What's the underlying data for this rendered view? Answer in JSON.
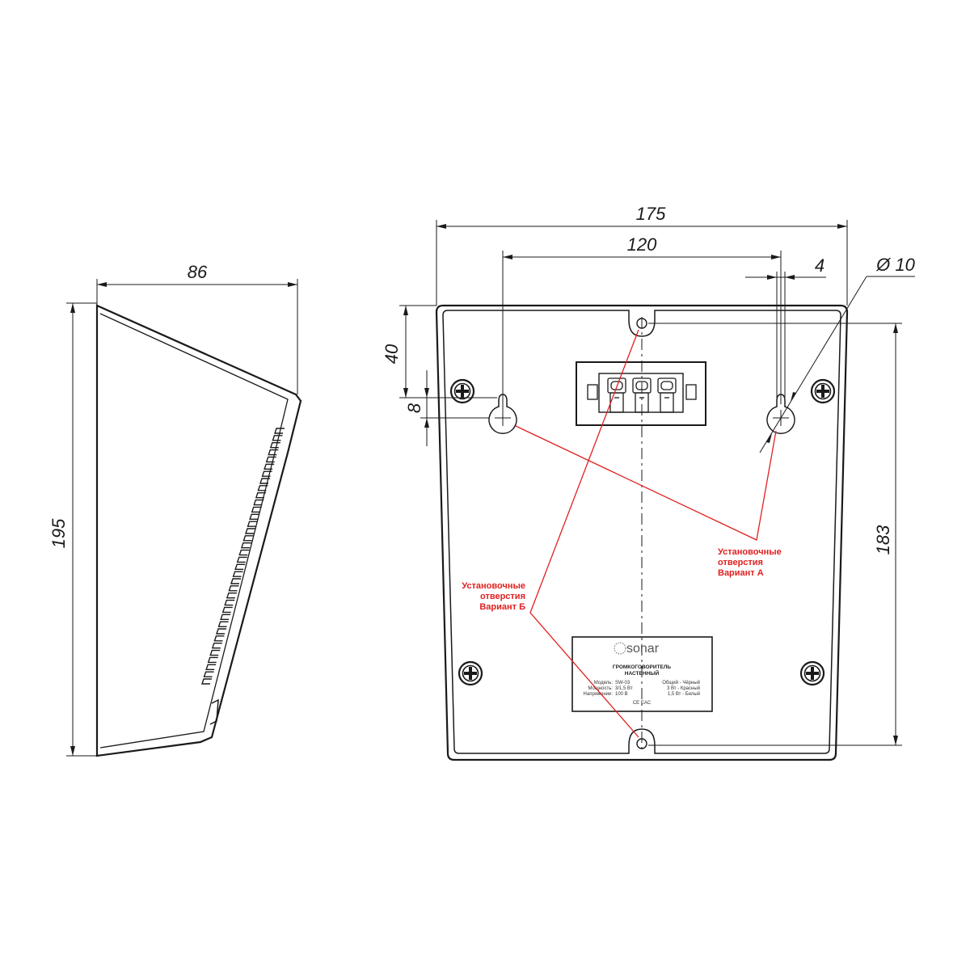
{
  "dimensions": {
    "side_depth": "86",
    "side_height": "195",
    "front_width": "175",
    "hole_spacing": "120",
    "hole_offset": "4",
    "hole_diameter": "Ø 10",
    "top_to_holes": "40",
    "slot_length": "8",
    "hole_pitch_vertical": "183"
  },
  "annotations": {
    "variant_a": [
      "Установочные",
      "отверстия",
      "Вариант А"
    ],
    "variant_b": [
      "Установочные",
      "отверстия",
      "Вариант Б"
    ]
  },
  "label_plate": {
    "brand": "sonar",
    "product_title": [
      "ГРОМКОГОВОРИТЕЛЬ",
      "НАСТЕННЫЙ"
    ],
    "specs_left": [
      {
        "key": "Модель:",
        "value": "SW-03"
      },
      {
        "key": "Мощность:",
        "value": "3/1,5 Вт"
      },
      {
        "key": "Напряжение:",
        "value": "100 В"
      }
    ],
    "specs_right": [
      "Общий - Чёрный",
      "3 Вт - Красный",
      "1,5 Вт - Белый"
    ],
    "certification": "CE EAC"
  },
  "colors": {
    "line": "#1a1a1a",
    "annotation": "#e02020"
  }
}
